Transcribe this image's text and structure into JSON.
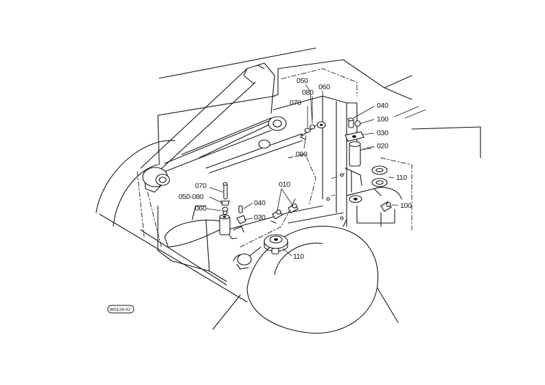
{
  "labels": {
    "l050_top": "050",
    "l080_top": "080",
    "l060_top": "060",
    "l070_top": "070",
    "l090_top": "090",
    "l070_left": "070",
    "l050080_left": "050-080",
    "l060_left": "060",
    "l040_mid": "040",
    "l030_mid": "030",
    "l010": "010",
    "l110_bottom": "110",
    "l040_right": "040",
    "l100_right_top": "100",
    "l030_right": "030",
    "l020": "020",
    "l110_right": "110",
    "l100_right_bottom": "100"
  },
  "code_badge": "W0124-02"
}
